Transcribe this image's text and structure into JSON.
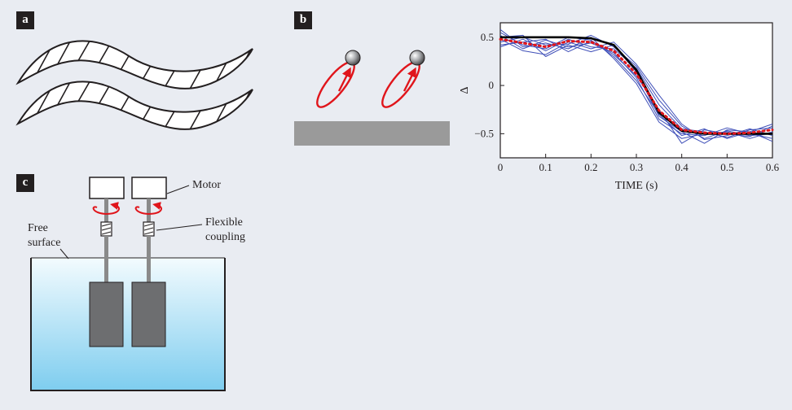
{
  "panels": {
    "a": "a",
    "b": "b",
    "c": "c"
  },
  "apparatus": {
    "motor": "Motor",
    "coupling_line1": "Flexible",
    "coupling_line2": "coupling",
    "surface_line1": "Free",
    "surface_line2": "surface"
  },
  "colors": {
    "accent_red": "#e0151b",
    "trace_blue": "#3f4fb8",
    "mean_black": "#000000",
    "plate_gray": "#9a9a9a",
    "block_gray": "#6d6e70"
  },
  "chart_data": {
    "type": "line",
    "xlabel": "TIME (s)",
    "ylabel": "Δ",
    "xlim": [
      0,
      0.6
    ],
    "ylim": [
      -0.75,
      0.65
    ],
    "xticks": [
      "0",
      "0.1",
      "0.2",
      "0.3",
      "0.4",
      "0.5",
      "0.6"
    ],
    "yticks": [
      "0.5",
      "0",
      "−0.5"
    ],
    "x": [
      0,
      0.05,
      0.1,
      0.15,
      0.2,
      0.25,
      0.3,
      0.35,
      0.4,
      0.45,
      0.5,
      0.55,
      0.6
    ],
    "series": [
      {
        "style": "black-solid",
        "values": [
          0.5,
          0.5,
          0.5,
          0.5,
          0.49,
          0.42,
          0.16,
          -0.28,
          -0.47,
          -0.5,
          -0.5,
          -0.5,
          -0.5
        ]
      },
      {
        "style": "red-dotted",
        "values": [
          0.48,
          0.44,
          0.4,
          0.46,
          0.45,
          0.36,
          0.12,
          -0.26,
          -0.46,
          -0.49,
          -0.5,
          -0.49,
          -0.46
        ]
      },
      {
        "style": "blue",
        "values": [
          0.55,
          0.42,
          0.38,
          0.5,
          0.47,
          0.3,
          0.05,
          -0.3,
          -0.52,
          -0.45,
          -0.55,
          -0.48,
          -0.4
        ]
      },
      {
        "style": "blue",
        "values": [
          0.45,
          0.5,
          0.42,
          0.43,
          0.52,
          0.4,
          0.2,
          -0.15,
          -0.42,
          -0.55,
          -0.47,
          -0.52,
          -0.5
        ]
      },
      {
        "style": "blue",
        "values": [
          0.52,
          0.38,
          0.47,
          0.4,
          0.44,
          0.34,
          0.08,
          -0.35,
          -0.5,
          -0.52,
          -0.44,
          -0.5,
          -0.55
        ]
      },
      {
        "style": "blue",
        "values": [
          0.4,
          0.48,
          0.36,
          0.48,
          0.4,
          0.38,
          0.18,
          -0.2,
          -0.45,
          -0.48,
          -0.54,
          -0.46,
          -0.44
        ]
      },
      {
        "style": "blue",
        "values": [
          0.58,
          0.4,
          0.44,
          0.38,
          0.5,
          0.28,
          0.02,
          -0.38,
          -0.55,
          -0.5,
          -0.48,
          -0.55,
          -0.48
        ]
      },
      {
        "style": "blue",
        "values": [
          0.48,
          0.36,
          0.32,
          0.45,
          0.38,
          0.45,
          0.22,
          -0.1,
          -0.4,
          -0.56,
          -0.52,
          -0.45,
          -0.52
        ]
      },
      {
        "style": "blue",
        "values": [
          0.42,
          0.45,
          0.48,
          0.35,
          0.46,
          0.32,
          0.1,
          -0.25,
          -0.6,
          -0.46,
          -0.5,
          -0.53,
          -0.42
        ]
      },
      {
        "style": "blue",
        "values": [
          0.5,
          0.52,
          0.3,
          0.42,
          0.35,
          0.42,
          0.14,
          -0.32,
          -0.48,
          -0.6,
          -0.46,
          -0.48,
          -0.58
        ]
      }
    ]
  }
}
